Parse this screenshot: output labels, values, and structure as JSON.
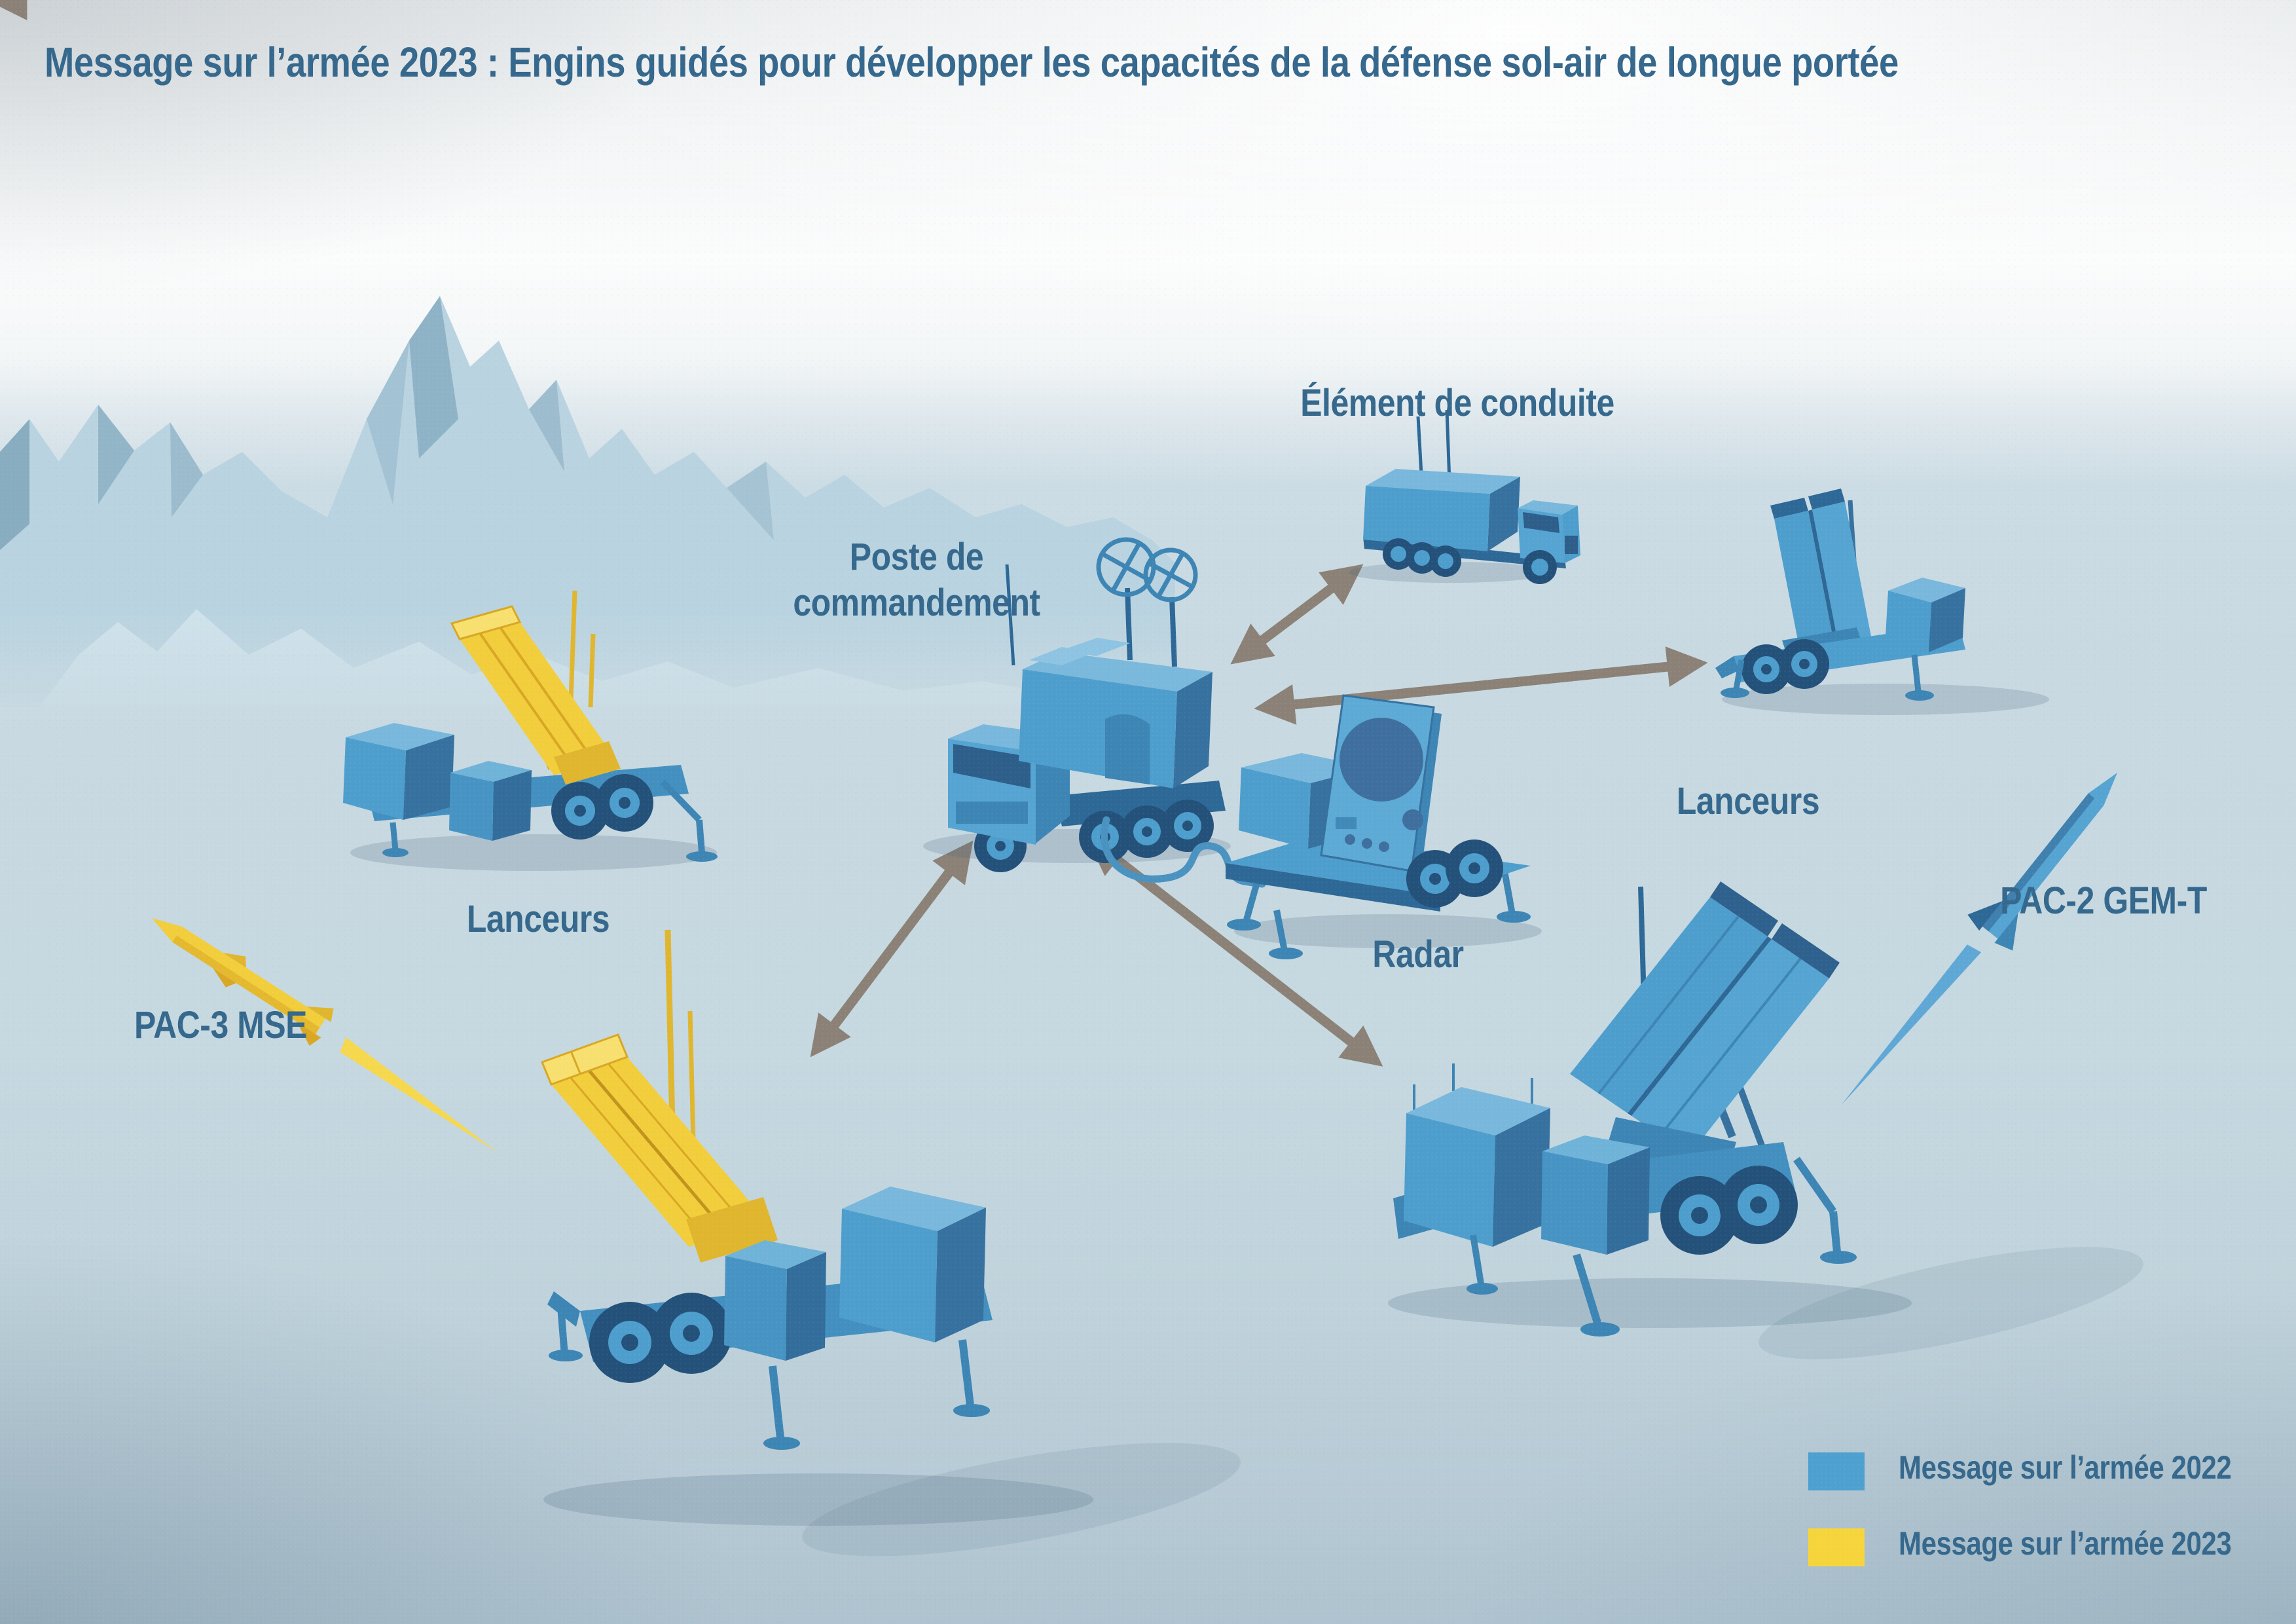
{
  "title": "Message sur l’armée 2023 : Engins guidés pour développer les capacités de la défense sol-air de longue portée",
  "labels": {
    "conduct_element": "Élément de conduite",
    "command_post_line1": "Poste de",
    "command_post_line2": "commandement",
    "launchers_left": "Lanceurs",
    "launchers_right": "Lanceurs",
    "radar": "Radar",
    "pac3_mse": "PAC-3 MSE",
    "pac2_gem_t": "PAC-2 GEM-T"
  },
  "legend": {
    "items": [
      {
        "label": "Message sur l’armée 2022",
        "color": "#4da0d0"
      },
      {
        "label": "Message sur l’armée 2023",
        "color": "#f6d53c"
      }
    ]
  },
  "colors": {
    "title_text": "#35688c",
    "label_text": "#35688c",
    "arrow": "#8b8177",
    "vehicle_blue": "#4e9ecd",
    "vehicle_blue_dark": "#2d6896",
    "vehicle_yellow": "#f2ce3c",
    "vehicle_yellow_dark": "#d9a724",
    "mountains": "#b3cfdd",
    "ground": "#c6d8e0"
  }
}
